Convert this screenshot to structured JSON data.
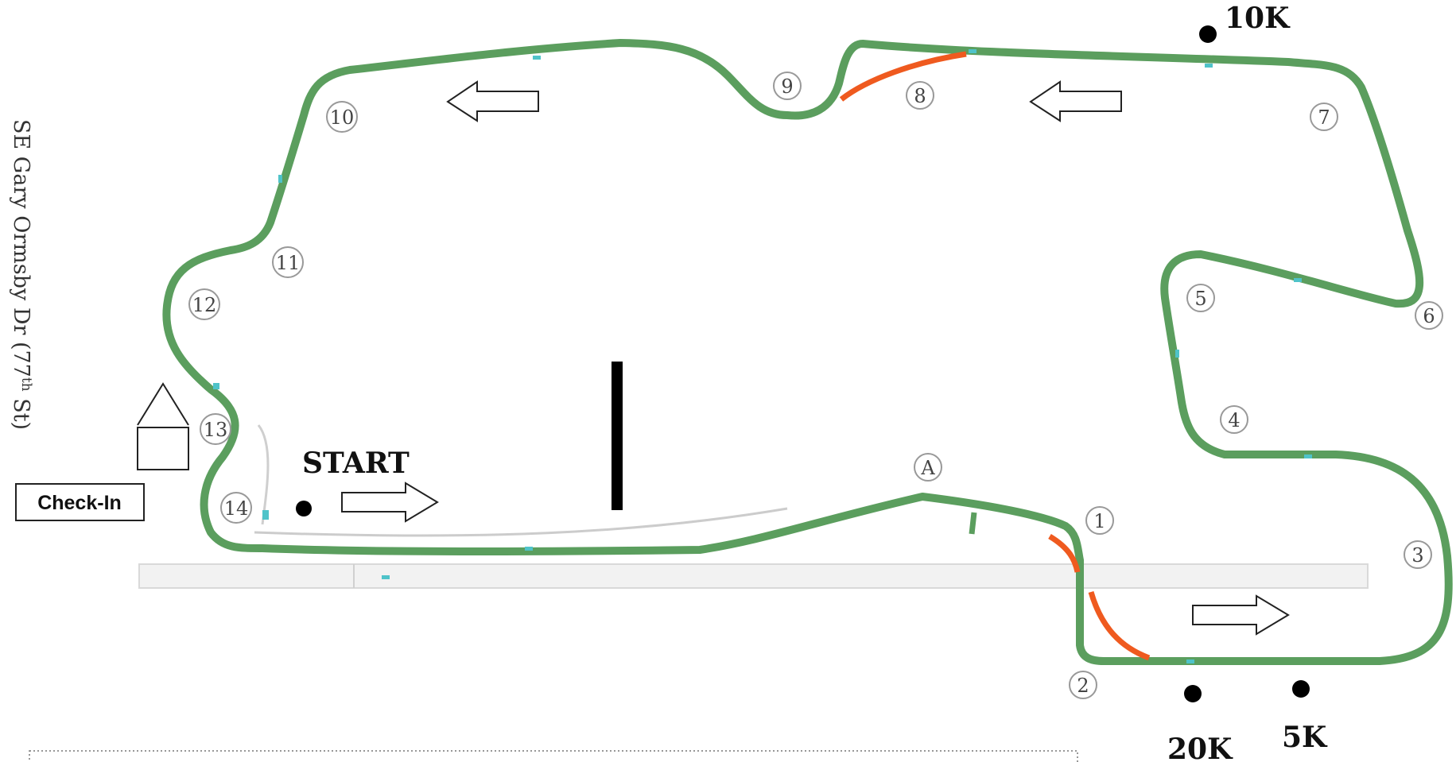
{
  "street_name": "SE Gary Ormsby Dr (77",
  "street_sup": "th",
  "street_end": " St)",
  "start_label": "START",
  "checkin_label": "Check-In",
  "distance_markers": [
    {
      "id": "10k",
      "label": "10K"
    },
    {
      "id": "20k",
      "label": "20K"
    },
    {
      "id": "5k",
      "label": "5K"
    }
  ],
  "turns": [
    "1",
    "2",
    "3",
    "4",
    "5",
    "6",
    "7",
    "8",
    "9",
    "10",
    "11",
    "12",
    "13",
    "14",
    "A"
  ],
  "colors": {
    "course": "#5b9e5e",
    "shortcut": "#ef5a1f",
    "accent": "#4fc3c9",
    "road": "#e6e6e6"
  }
}
